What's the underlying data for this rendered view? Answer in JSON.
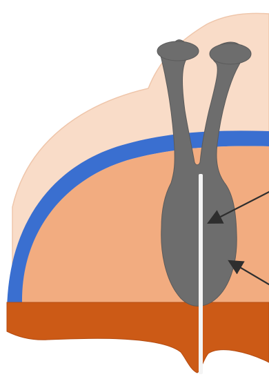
{
  "colors": {
    "background": "#ffffff",
    "skin": "#f9dcc8",
    "skin_outline": "#efc6ab",
    "blue_layer": "#3a6fd0",
    "tissue": "#f2ac80",
    "brown_base": "#cc5a16",
    "brown_outline": "#b44c12",
    "device": "#6d6d6d",
    "device_outline": "#5a5a5a",
    "center_line": "#f4f4f4",
    "arrow": "#2e2e2e"
  },
  "parts": {
    "skin_fold": "skin-fold",
    "blue_band": "blue-membrane-band",
    "tissue_region": "tissue-region",
    "base": "brown-base",
    "device": "gray-forked-device",
    "center_line": "center-white-line",
    "arrows": [
      "arrow-upper",
      "arrow-lower"
    ]
  }
}
